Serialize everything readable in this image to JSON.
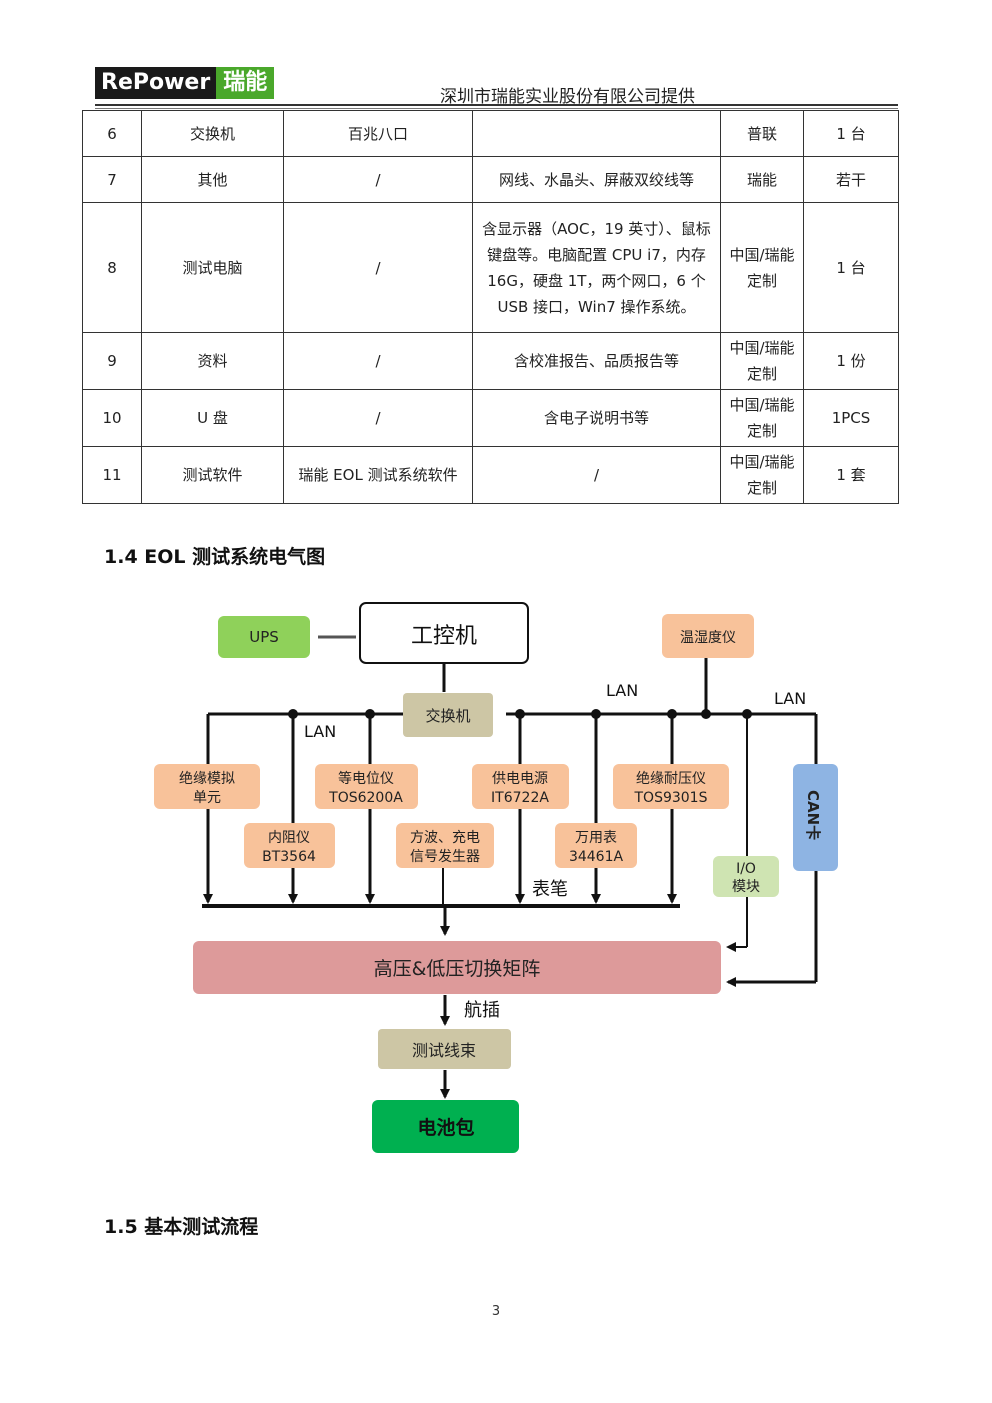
{
  "header": {
    "logo_en": "RePower",
    "logo_cn": "瑞能",
    "company": "深圳市瑞能实业股份有限公司提供",
    "brand_colors": {
      "logo_dark": "#1a1a1a",
      "logo_green": "#4aa82b"
    }
  },
  "table": {
    "rows": [
      {
        "no": "6",
        "name": "交换机",
        "spec": "百兆八口",
        "desc": "",
        "brand": "普联",
        "qty": "1 台"
      },
      {
        "no": "7",
        "name": "其他",
        "spec": "/",
        "desc": "网线、水晶头、屏蔽双绞线等",
        "brand": "瑞能",
        "qty": "若干"
      },
      {
        "no": "8",
        "name": "测试电脑",
        "spec": "/",
        "desc": "含显示器（AOC，19 英寸）、鼠标键盘等。电脑配置 CPU i7，内存 16G，硬盘 1T，两个网口，6 个 USB 接口，Win7 操作系统。",
        "brand": "中国/瑞能定制",
        "qty": "1 台"
      },
      {
        "no": "9",
        "name": "资料",
        "spec": "/",
        "desc": "含校准报告、品质报告等",
        "brand": "中国/瑞能定制",
        "qty": "1 份"
      },
      {
        "no": "10",
        "name": "U 盘",
        "spec": "/",
        "desc": "含电子说明书等",
        "brand": "中国/瑞能定制",
        "qty": "1PCS"
      },
      {
        "no": "11",
        "name": "测试软件",
        "spec": "瑞能 EOL 测试系统软件",
        "desc": "/",
        "brand": "中国/瑞能定制",
        "qty": "1 套"
      }
    ]
  },
  "section_14": "1.4 EOL 测试系统电气图",
  "section_15": "1.5 基本测试流程",
  "diagram": {
    "ups": "UPS",
    "ipc": "工控机",
    "thermo": "温湿度仪",
    "switch": "交换机",
    "lan1": "LAN",
    "lan2": "LAN",
    "lan3": "LAN",
    "insul_sim_1": "绝缘模拟",
    "insul_sim_2": "单元",
    "equip_1": "等电位仪",
    "equip_2": "TOS6200A",
    "psu_1": "供电电源",
    "psu_2": "IT6722A",
    "hipot_1": "绝缘耐压仪",
    "hipot_2": "TOS9301S",
    "canbox": "CAN卡",
    "resist_1": "内阻仪",
    "resist_2": "BT3564",
    "siggen_1": "方波、充电",
    "siggen_2": "信号发生器",
    "dmm_1": "万用表",
    "dmm_2": "34461A",
    "io_1": "I/O",
    "io_2": "模块",
    "probe": "表笔",
    "matrix": "高压&低压切换矩阵",
    "plug": "航插",
    "harness": "测试线束",
    "battery": "电池包",
    "colors": {
      "green": "#8fd15a",
      "orange": "#f8c29a",
      "tan": "#cdc6a5",
      "blue": "#8eb4e3",
      "pink": "#dd9a9a",
      "lightgreen": "#cfe4b2",
      "battery": "#00b050"
    }
  },
  "page_number": "3"
}
